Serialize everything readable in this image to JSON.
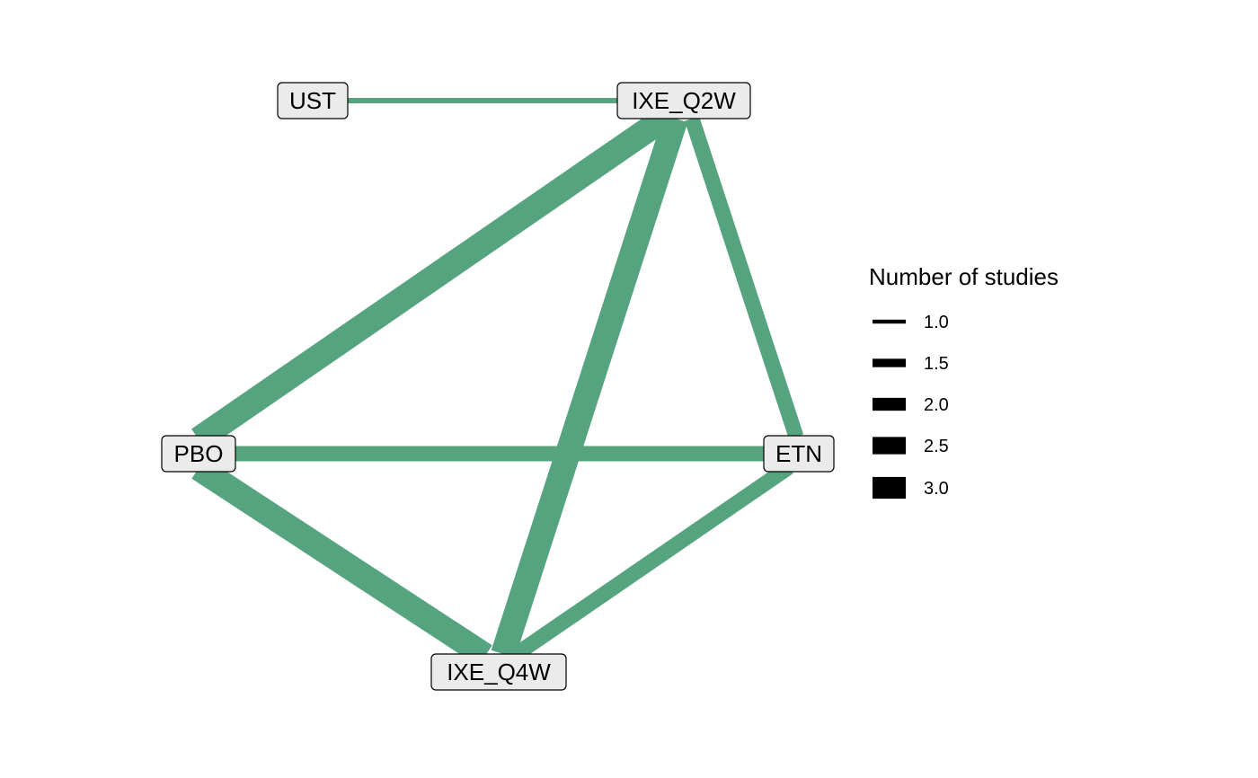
{
  "diagram": {
    "edge_color": "#55a47f",
    "node_fill": "#ebebeb",
    "nodes": [
      {
        "id": "UST",
        "label": "UST"
      },
      {
        "id": "IXE_Q2W",
        "label": "IXE_Q2W"
      },
      {
        "id": "PBO",
        "label": "PBO"
      },
      {
        "id": "ETN",
        "label": "ETN"
      },
      {
        "id": "IXE_Q4W",
        "label": "IXE_Q4W"
      }
    ],
    "edges": [
      {
        "from": "UST",
        "to": "IXE_Q2W",
        "studies": 1
      },
      {
        "from": "PBO",
        "to": "IXE_Q2W",
        "studies": 3
      },
      {
        "from": "IXE_Q4W",
        "to": "IXE_Q2W",
        "studies": 3
      },
      {
        "from": "ETN",
        "to": "IXE_Q2W",
        "studies": 2
      },
      {
        "from": "PBO",
        "to": "ETN",
        "studies": 2
      },
      {
        "from": "PBO",
        "to": "IXE_Q4W",
        "studies": 3
      },
      {
        "from": "IXE_Q4W",
        "to": "ETN",
        "studies": 2
      }
    ],
    "legend": {
      "title": "Number of studies",
      "items": [
        {
          "value": 1.0,
          "label": "1.0"
        },
        {
          "value": 1.5,
          "label": "1.5"
        },
        {
          "value": 2.0,
          "label": "2.0"
        },
        {
          "value": 2.5,
          "label": "2.5"
        },
        {
          "value": 3.0,
          "label": "3.0"
        }
      ]
    }
  }
}
